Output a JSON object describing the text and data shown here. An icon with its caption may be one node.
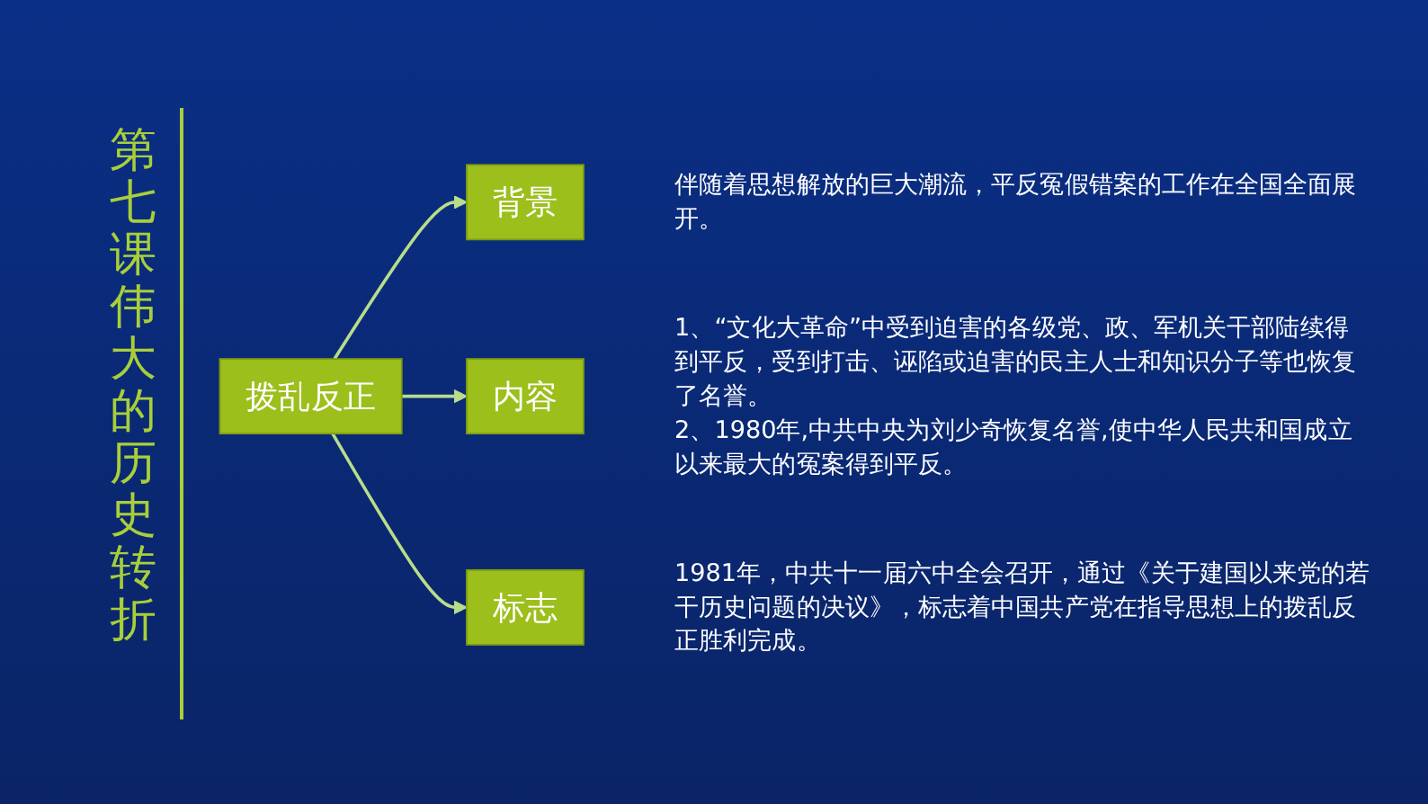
{
  "diagram": {
    "title": "第七课伟大的历史转折",
    "nodes": [
      {
        "text": [
          "拨乱反正"
        ]
      },
      {
        "text": [
          "背景"
        ],
        "beside": [
          "伴随着思想解放的巨大潮流，平反冤假错案的工作在全国全面展开。"
        ]
      },
      {
        "text": [
          "内容"
        ],
        "beside": [
          "1、“文化大革命”中受到迫害的各级党、政、军机关干部陆续得到平反，受到打击、诬陷或迫害的民主人士和知识分子等也恢复了名誉。",
          "2、1980年,中共中央为刘少奇恢复名誉,使中华人民共和国成立以来最大的冤案得到平反。"
        ]
      },
      {
        "text": [
          "标志"
        ],
        "beside": [
          "1981年，中共十一届六中全会召开，通过《关于建国以来党的若干历史问题的决议》，标志着中国共产党在指导思想上的拨乱反正胜利完成。"
        ]
      }
    ],
    "edges": [
      {
        "from": 0,
        "to": 1,
        "arrow": "to"
      },
      {
        "from": 0,
        "to": 2,
        "arrow": "to"
      },
      {
        "from": 0,
        "to": 3,
        "arrow": "to"
      }
    ]
  }
}
